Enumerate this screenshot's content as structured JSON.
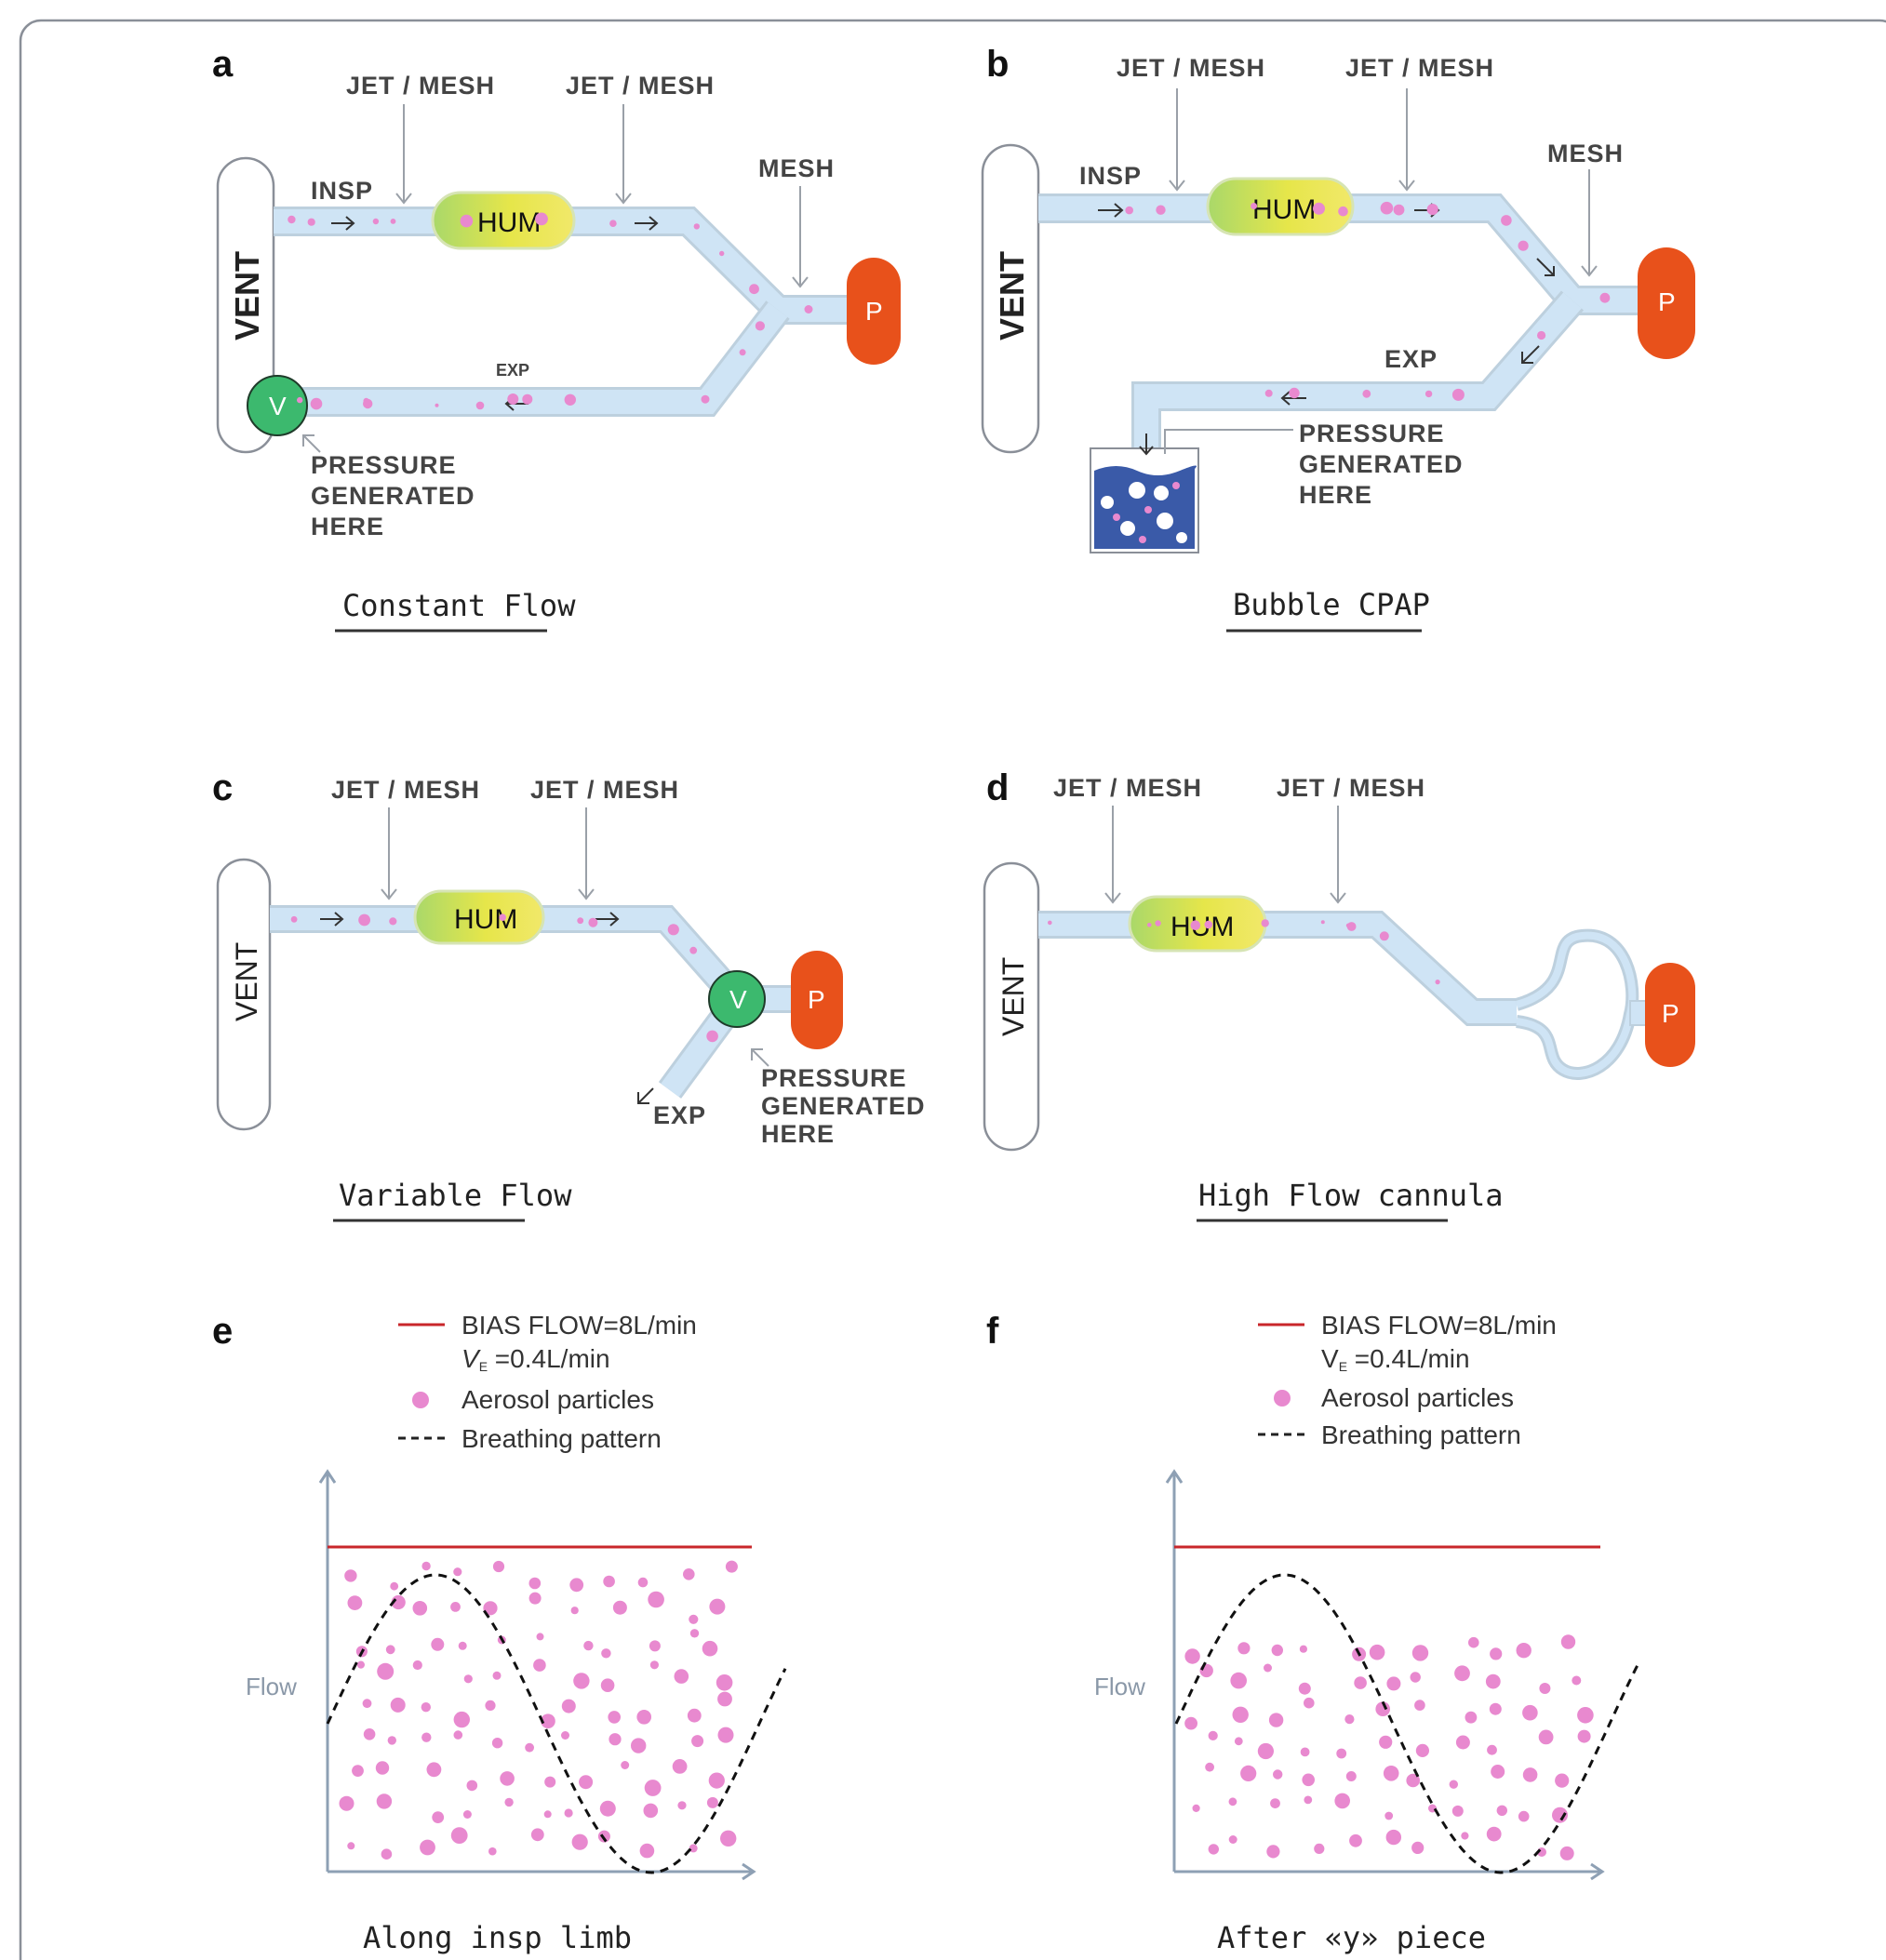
{
  "colors": {
    "tube": "#cfe4f5",
    "particle": "#e889cf",
    "patient": "#e8511b",
    "valve": "#3cb96e",
    "water": "#3a5aa8",
    "bias_line": "#c8262a"
  },
  "panels": {
    "a": {
      "letter": "a",
      "vent": "VENT",
      "jet1": "JET / MESH",
      "jet2": "JET / MESH",
      "mesh": "MESH",
      "insp": "INSP",
      "exp": "EXP",
      "hum": "HUM",
      "patient": "P",
      "valve": "V",
      "pressure": [
        "PRESSURE",
        "GENERATED",
        "HERE"
      ],
      "caption": "Constant Flow"
    },
    "b": {
      "letter": "b",
      "vent": "VENT",
      "jet1": "JET / MESH",
      "jet2": "JET / MESH",
      "mesh": "MESH",
      "insp": "INSP",
      "exp": "EXP",
      "hum": "HUM",
      "patient": "P",
      "pressure": [
        "PRESSURE",
        "GENERATED",
        "HERE"
      ],
      "caption": "Bubble CPAP"
    },
    "c": {
      "letter": "c",
      "vent": "VENT",
      "jet1": "JET / MESH",
      "jet2": "JET / MESH",
      "exp": "EXP",
      "hum": "HUM",
      "patient": "P",
      "valve": "V",
      "pressure": [
        "PRESSURE",
        "GENERATED",
        "HERE"
      ],
      "caption": "Variable Flow"
    },
    "d": {
      "letter": "d",
      "vent": "VENT",
      "jet1": "JET / MESH",
      "jet2": "JET / MESH",
      "hum": "HUM",
      "patient": "P",
      "caption": "High Flow cannula"
    }
  },
  "charts": {
    "legend": {
      "bias": "BIAS FLOW=8L/min",
      "ve_symbol": "V",
      "ve_sub": "E",
      "ve_value": " =0.4L/min",
      "aerosol": "Aerosol particles",
      "breathing": "Breathing pattern"
    },
    "e": {
      "letter": "e",
      "ylabel": "Flow",
      "caption": "Along insp limb"
    },
    "f": {
      "letter": "f",
      "ylabel": "Flow",
      "caption": "After «y» piece"
    }
  },
  "chart_data": [
    {
      "type": "line",
      "title": "",
      "caption": "Along insp limb",
      "xlabel": "",
      "ylabel": "Flow",
      "bias_flow_l_min": 8,
      "minute_ventilation_l_min": 0.4,
      "series": [
        {
          "name": "BIAS FLOW=8L/min",
          "style": "solid",
          "color": "#c8262a"
        },
        {
          "name": "Breathing pattern",
          "style": "dashed",
          "shape": "sinusoid"
        }
      ],
      "aerosol_particles": "Aerosol particles"
    },
    {
      "type": "line",
      "title": "",
      "caption": "After «y» piece",
      "xlabel": "",
      "ylabel": "Flow",
      "bias_flow_l_min": 8,
      "minute_ventilation_l_min": 0.4,
      "series": [
        {
          "name": "BIAS FLOW=8L/min",
          "style": "solid",
          "color": "#c8262a"
        },
        {
          "name": "Breathing pattern",
          "style": "dashed",
          "shape": "sinusoid"
        }
      ],
      "aerosol_particles": "Aerosol particles"
    }
  ]
}
